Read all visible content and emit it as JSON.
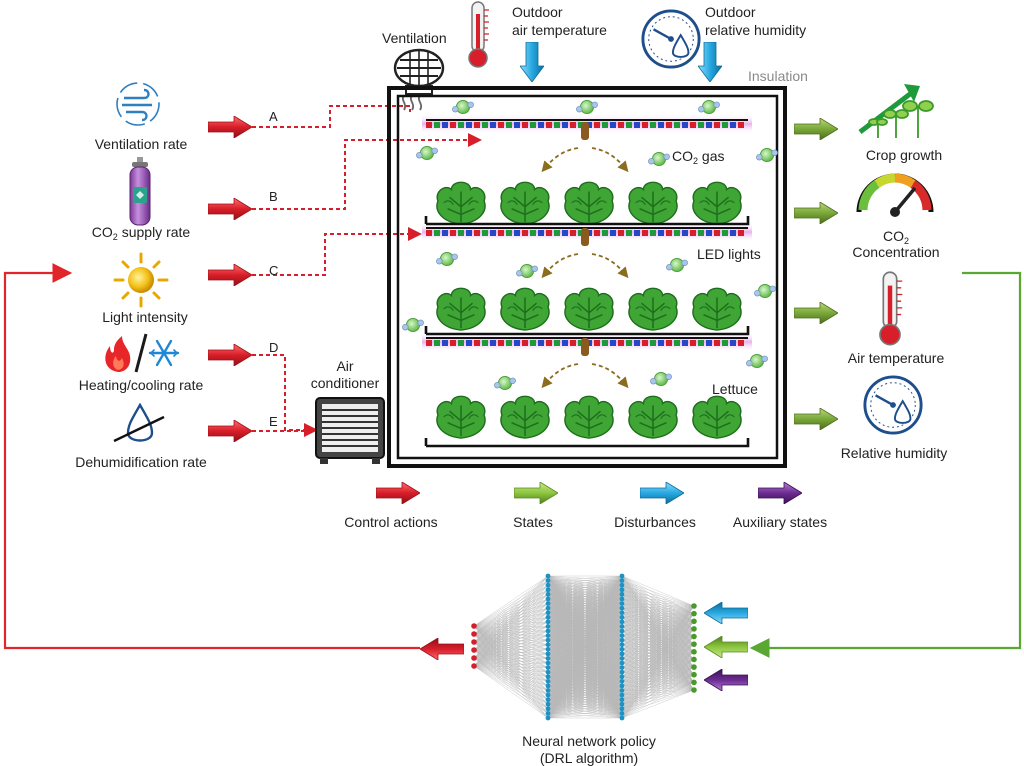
{
  "controls": [
    {
      "label": "Ventilation rate",
      "letter": "A"
    },
    {
      "label_main": "CO",
      "label_sub": "2",
      "label_rest": " supply rate",
      "letter": "B"
    },
    {
      "label": "Light intensity",
      "letter": "C"
    },
    {
      "label": "Heating/cooling rate",
      "letter": "D"
    },
    {
      "label": "Dehumidification rate",
      "letter": "E"
    }
  ],
  "top_labels": {
    "ventilation": "Ventilation",
    "outdoor_temp_line1": "Outdoor",
    "outdoor_temp_line2": "air temperature",
    "outdoor_rh_line1": "Outdoor",
    "outdoor_rh_line2": "relative humidity",
    "insulation": "Insulation"
  },
  "inside_labels": {
    "co2_main": "CO",
    "co2_sub": "2",
    "co2_rest": " gas",
    "led": "LED lights",
    "lettuce": "Lettuce"
  },
  "air_conditioner": {
    "line1": "Air",
    "line2": "conditioner"
  },
  "outputs": [
    {
      "label": "Crop growth"
    },
    {
      "label_line1_main": "CO",
      "label_line1_sub": "2",
      "label_line2": "Concentration"
    },
    {
      "label": "Air temperature"
    },
    {
      "label": "Relative humidity"
    }
  ],
  "legend": [
    {
      "label": "Control actions",
      "color": "#d81e2a"
    },
    {
      "label": "States",
      "color": "#8dc63f"
    },
    {
      "label": "Disturbances",
      "color": "#27a9e1"
    },
    {
      "label": "Auxiliary states",
      "color": "#6b2c91"
    }
  ],
  "network": {
    "line1": "Neural network policy",
    "line2": "(DRL algorithm)"
  },
  "colors": {
    "control": "#d81e2a",
    "state": "#8dc63f",
    "disturbance": "#27a9e1",
    "auxiliary": "#6b2c91",
    "feedback_red": "#e0262b",
    "feedback_green": "#5aa832",
    "lettuce": "#3fa535"
  }
}
